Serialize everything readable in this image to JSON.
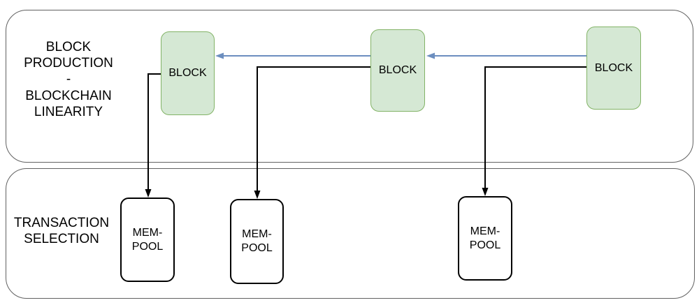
{
  "diagram": {
    "lanes": [
      {
        "id": "block-production",
        "label": "BLOCK\nPRODUCTION\n-\nBLOCKCHAIN\nLINEARITY"
      },
      {
        "id": "transaction-selection",
        "label": "TRANSACTION\nSELECTION"
      }
    ],
    "blocks": [
      {
        "label": "BLOCK"
      },
      {
        "label": "BLOCK"
      },
      {
        "label": "BLOCK"
      }
    ],
    "mempools": [
      {
        "label": "MEM-\nPOOL"
      },
      {
        "label": "MEM-\nPOOL"
      },
      {
        "label": "MEM-\nPOOL"
      }
    ],
    "connectors": {
      "chain_arrows": [
        {
          "from": "block-2",
          "to": "block-1",
          "direction": "left"
        },
        {
          "from": "block-3",
          "to": "block-2",
          "direction": "left"
        }
      ],
      "mempool_arrows": [
        {
          "from": "block-1",
          "to": "mempool-1",
          "direction": "down"
        },
        {
          "from": "block-2",
          "to": "mempool-2",
          "direction": "down"
        },
        {
          "from": "block-3",
          "to": "mempool-3",
          "direction": "down"
        }
      ]
    },
    "colors": {
      "block_fill": "#d5e8d4",
      "block_border": "#82b366",
      "chain_arrow_blue": "#6c8ebf",
      "connector_black": "#000000",
      "lane_border": "#616161",
      "background": "#ffffff"
    }
  }
}
